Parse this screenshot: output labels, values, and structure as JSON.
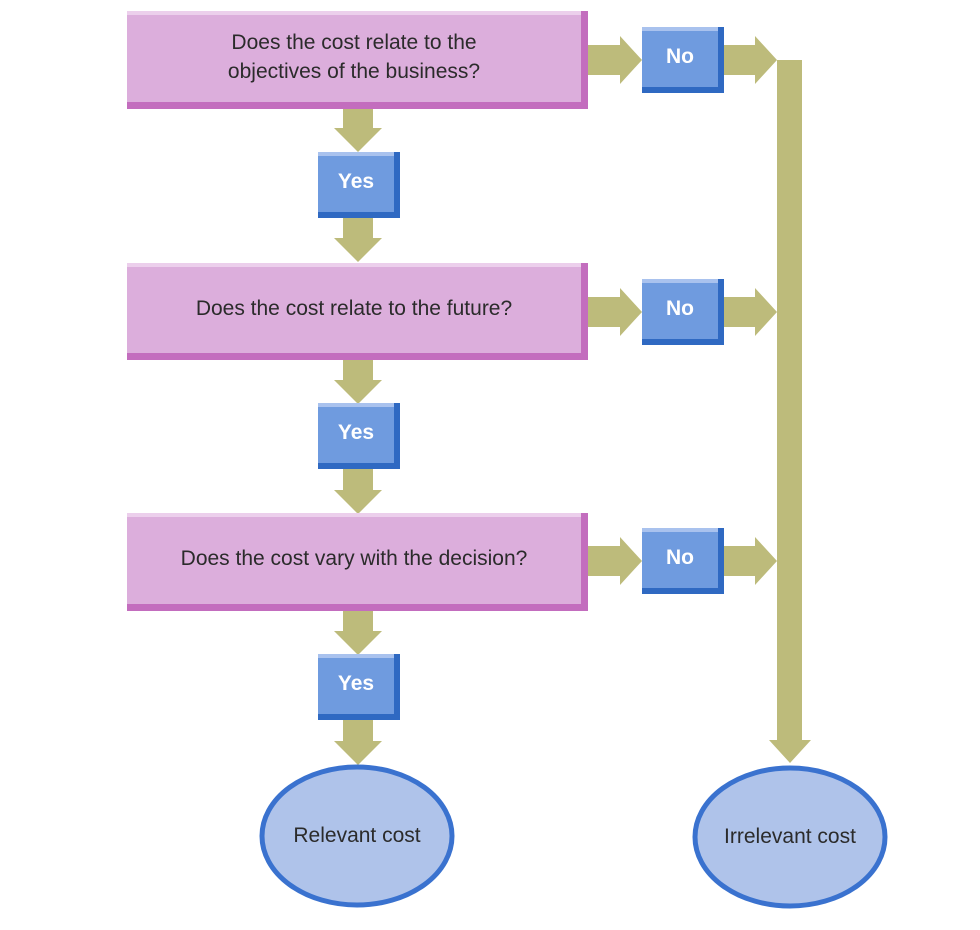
{
  "questions": [
    {
      "line1": "Does the cost relate to the",
      "line2": "objectives of the business?"
    },
    {
      "line1": "Does the cost relate to the future?"
    },
    {
      "line1": "Does the cost vary with the decision?"
    }
  ],
  "yes_label": "Yes",
  "no_label": "No",
  "outcomes": {
    "relevant": "Relevant cost",
    "irrelevant": "Irrelevant cost"
  },
  "colors": {
    "question_fill": "#DCAEDC",
    "question_border": "#C36DBE",
    "answer_fill": "#6F9BDF",
    "answer_border": "#2F69C2",
    "arrow": "#BDBB7B",
    "ellipse_fill": "#AFC3EA",
    "ellipse_border": "#3A72CF"
  }
}
